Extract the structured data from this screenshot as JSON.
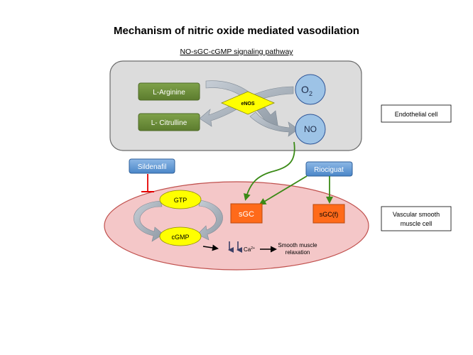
{
  "title": "Mechanism of nitric oxide mediated vasodilation",
  "subtitle": "NO-sGC-cGMP signaling pathway",
  "endothelial": {
    "label": "Endothelial cell",
    "l_arginine": "L-Arginine",
    "l_citrulline": "L- Citrulline",
    "enos": "eNOS",
    "o2_main": "O",
    "o2_sub": "2",
    "no": "NO"
  },
  "smooth_muscle": {
    "label_line1": "Vascular smooth",
    "label_line2": "muscle cell",
    "gtp": "GTP",
    "cgmp": "cGMP",
    "sgc": "sGC",
    "sgcf": "sGC(f)",
    "ca": "Ca",
    "ca_sup": "2+",
    "relax_line1": "Smooth muscle",
    "relax_line2": "relaxation"
  },
  "drugs": {
    "sildenafil": "Sildenafil",
    "riociguat": "Riociguat"
  },
  "colors": {
    "green_box": "#6d8f3a",
    "blue_circle": "#9dc3e6",
    "yellow": "#ffff00",
    "orange": "#ff6a1a",
    "drug_blue": "#5b9bd5",
    "gray_box": "#dcdcdc",
    "ellipse": "#f4c7c8",
    "ellipse_stroke": "#c0504d",
    "arrow_green": "#3a8a16",
    "inhibit_red": "#e60000"
  }
}
